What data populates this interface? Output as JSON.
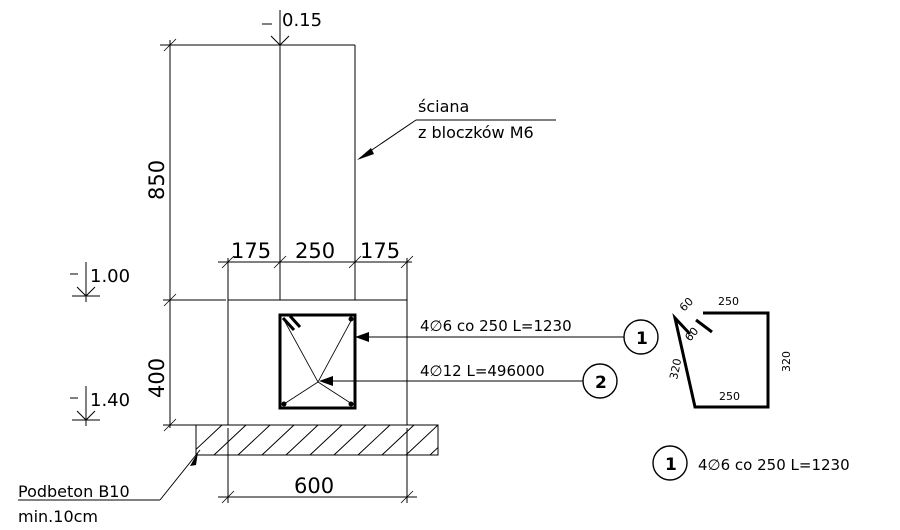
{
  "levels": {
    "top": "0.15",
    "mid": "1.00",
    "bottom": "1.40"
  },
  "wall_note": {
    "line1": "ściana",
    "line2": "z bloczków M6"
  },
  "dimensions": {
    "wall_height": "850",
    "foot_height": "400",
    "left_part": "175",
    "center_part": "250",
    "right_part": "175",
    "width": "600"
  },
  "rebar": {
    "stirrup_label": "4∅6 co 250 L=1230",
    "main_label": "4∅12 L=496000",
    "stirrup_mark": "1",
    "main_mark": "2"
  },
  "shape": {
    "top": "250",
    "bottom": "250",
    "left": "320",
    "right": "320",
    "hook1": "60",
    "hook2": "60"
  },
  "legend": {
    "mark": "1",
    "text": "4∅6 co 250 L=1230"
  },
  "base": {
    "line1": "Podbeton B10",
    "line2": "min.10cm"
  }
}
